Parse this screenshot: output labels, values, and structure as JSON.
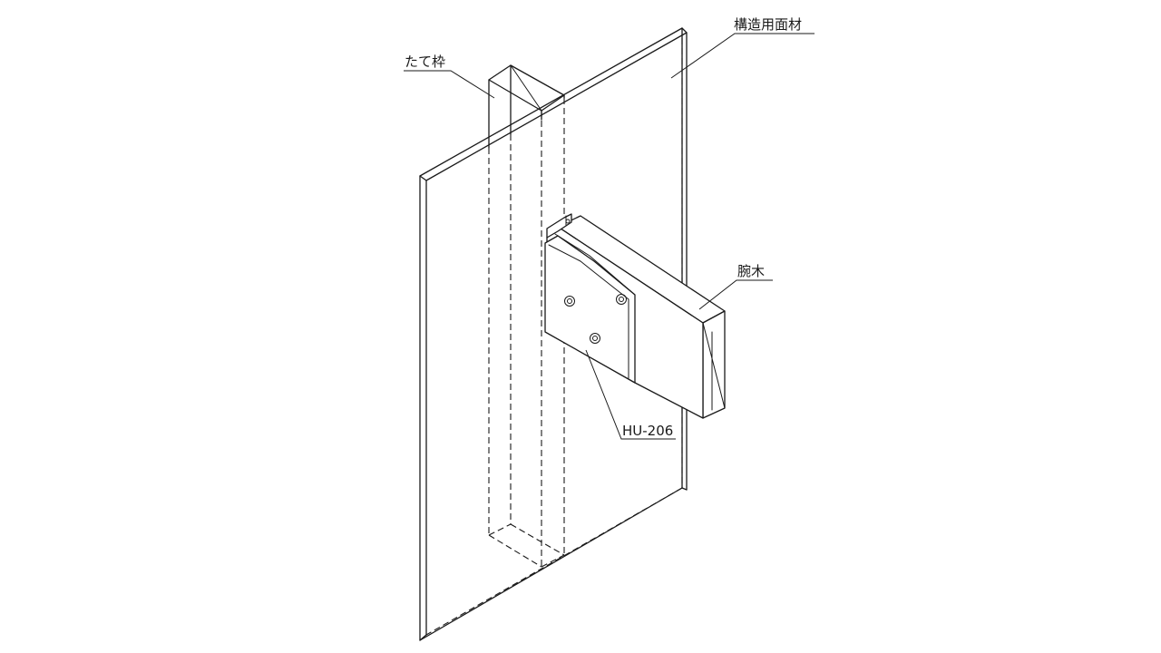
{
  "labels": {
    "vertical_frame": "たて枠",
    "structural_panel": "構造用面材",
    "arm_beam": "腕木",
    "hardware": "HU-206"
  },
  "colors": {
    "line": "#1a1a1a",
    "background": "#ffffff"
  }
}
